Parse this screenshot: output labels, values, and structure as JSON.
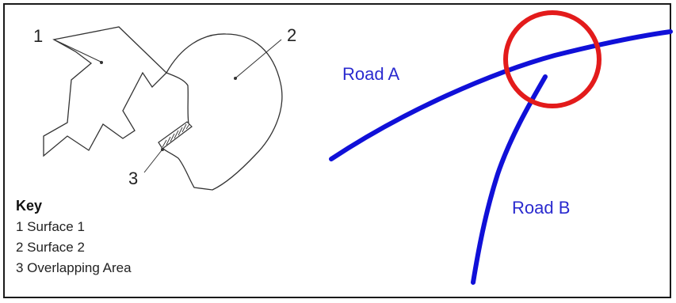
{
  "left_diagram": {
    "callouts": {
      "c1": "1",
      "c2": "2",
      "c3": "3"
    },
    "key": {
      "title": "Key",
      "items": [
        "1 Surface 1",
        "2 Surface 2",
        "3 Overlapping Area"
      ]
    }
  },
  "right_diagram": {
    "road_a": "Road A",
    "road_b": "Road B",
    "colors": {
      "road": "#1010d8",
      "circle": "#e31b1b"
    }
  }
}
